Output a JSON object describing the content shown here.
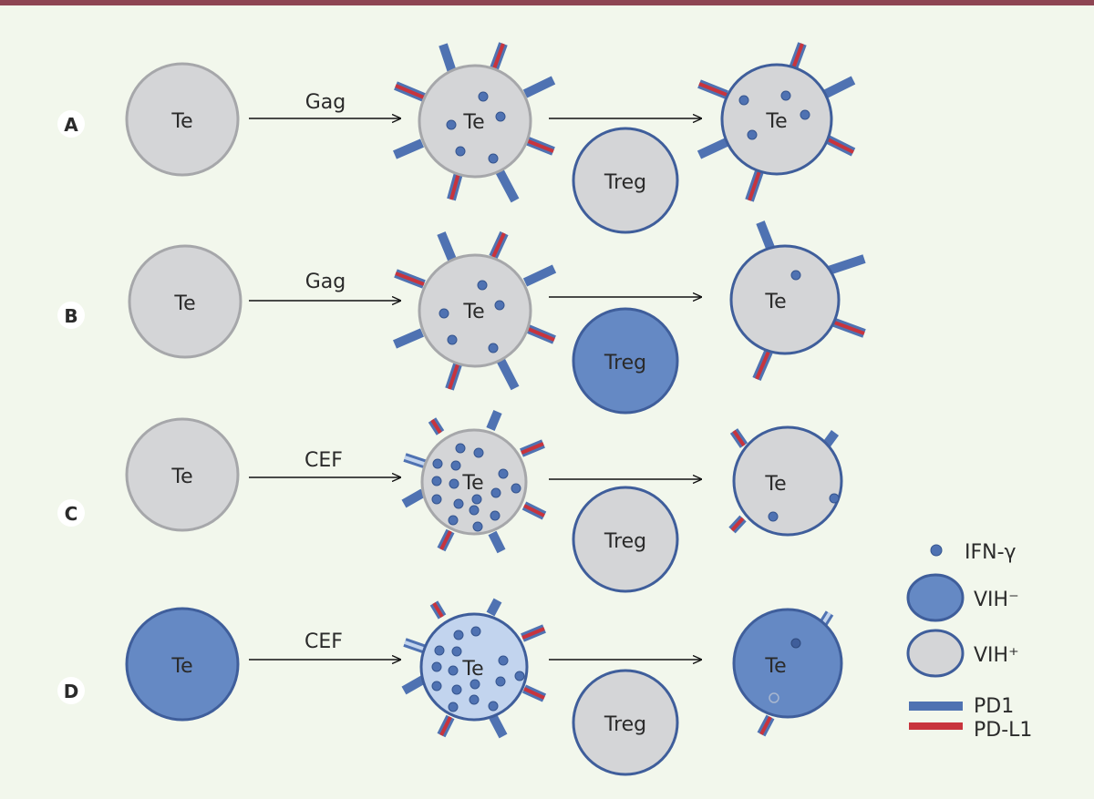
{
  "colors": {
    "background": "#f2f7ec",
    "top_bar": "#8e4553",
    "cell_gray": "#d4d5d7",
    "cell_gray_border": "#a6a7aa",
    "cell_blue": "#6589c4",
    "cell_light_blue": "#c2d4ee",
    "cell_border": "#3f5e9b",
    "pd1": "#4f72b2",
    "pdl1": "#c8343d",
    "dot": "#4f72b2"
  },
  "rows": [
    {
      "label": "A",
      "stimulus": "Gag",
      "start_cell": "Te",
      "mid_cell": "Te",
      "regulator": "Treg",
      "end_cell": "Te"
    },
    {
      "label": "B",
      "stimulus": "Gag",
      "start_cell": "Te",
      "mid_cell": "Te",
      "regulator": "Treg",
      "end_cell": "Te"
    },
    {
      "label": "C",
      "stimulus": "CEF",
      "start_cell": "Te",
      "mid_cell": "Te",
      "regulator": "Treg",
      "end_cell": "Te"
    },
    {
      "label": "D",
      "stimulus": "CEF",
      "start_cell": "Te",
      "mid_cell": "Te",
      "regulator": "Treg",
      "end_cell": "Te"
    }
  ],
  "legend": {
    "ifn": "IFN-γ",
    "vih_neg": "VIH⁻",
    "vih_pos": "VIH⁺",
    "pd1": "PD1",
    "pdl1": "PD-L1"
  }
}
